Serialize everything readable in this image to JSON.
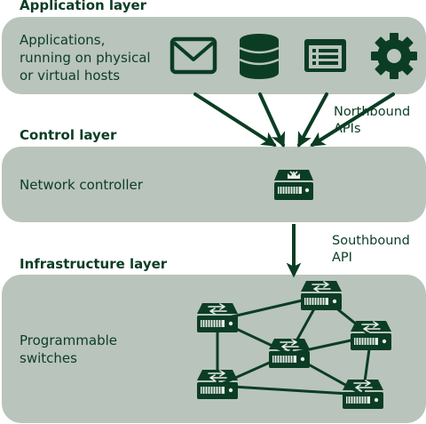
{
  "layers": {
    "application": {
      "title": "Application layer",
      "description": "Applications,\nrunning on physical\nor virtual hosts",
      "icons": [
        "mail-icon",
        "database-icon",
        "window-list-icon",
        "gear-icon"
      ]
    },
    "control": {
      "title": "Control layer",
      "description": "Network controller",
      "icons": [
        "controller-icon"
      ]
    },
    "infrastructure": {
      "title": "Infrastructure layer",
      "description": "Programmable\nswitches",
      "icons": [
        "switch-icon"
      ]
    }
  },
  "apis": {
    "northbound": "Northbound\nAPIs",
    "southbound": "Southbound\nAPI"
  },
  "colors": {
    "panel": "#b9c4bc",
    "ink": "#0b3d24",
    "switch_face": "#e7ece9"
  }
}
